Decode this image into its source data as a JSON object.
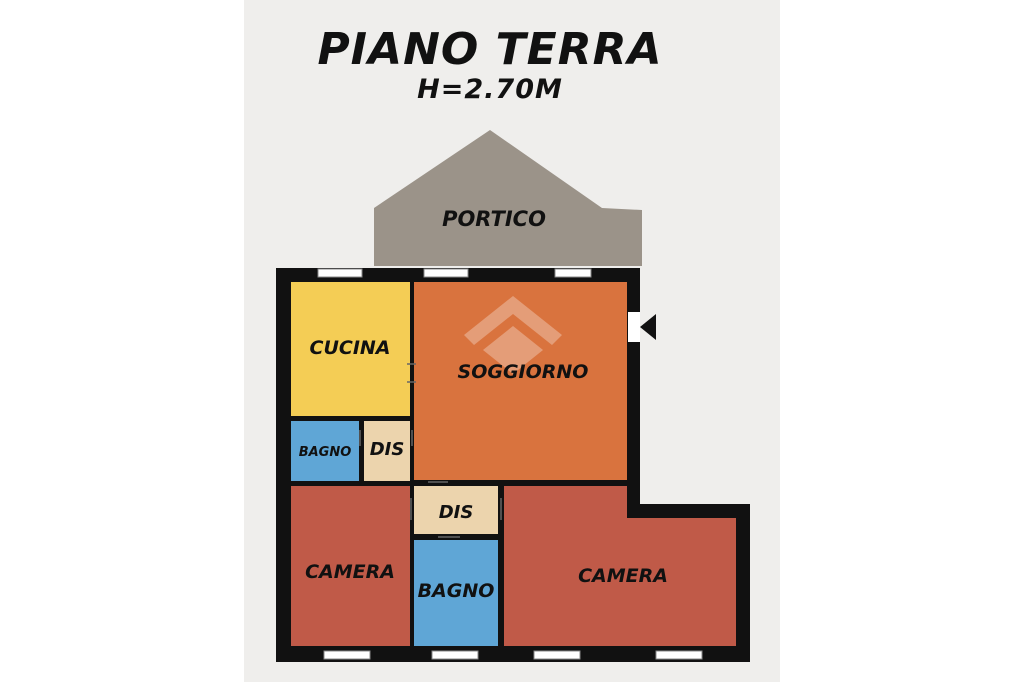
{
  "title": "PIANO TERRA",
  "subtitle": "H=2.70M",
  "colors": {
    "sheet": "#efeeec",
    "wall": "#111111",
    "portico": "#9b9389",
    "soggiorno": "#d9733e",
    "cucina": "#f4cd55",
    "bagno": "#5fa6d6",
    "dis": "#ecd4ad",
    "camera": "#c05a48"
  },
  "rooms": {
    "portico": "PORTICO",
    "cucina": "CUCINA",
    "soggiorno": "SOGGIORNO",
    "bagno_small": "BAGNO",
    "dis_top": "DIS",
    "dis_center": "DIS",
    "bagno_center": "BAGNO",
    "camera_left": "CAMERA",
    "camera_right": "CAMERA"
  },
  "icons": {
    "entrance": "entrance-arrow-icon",
    "watermark": "agency-logo-watermark-icon"
  }
}
